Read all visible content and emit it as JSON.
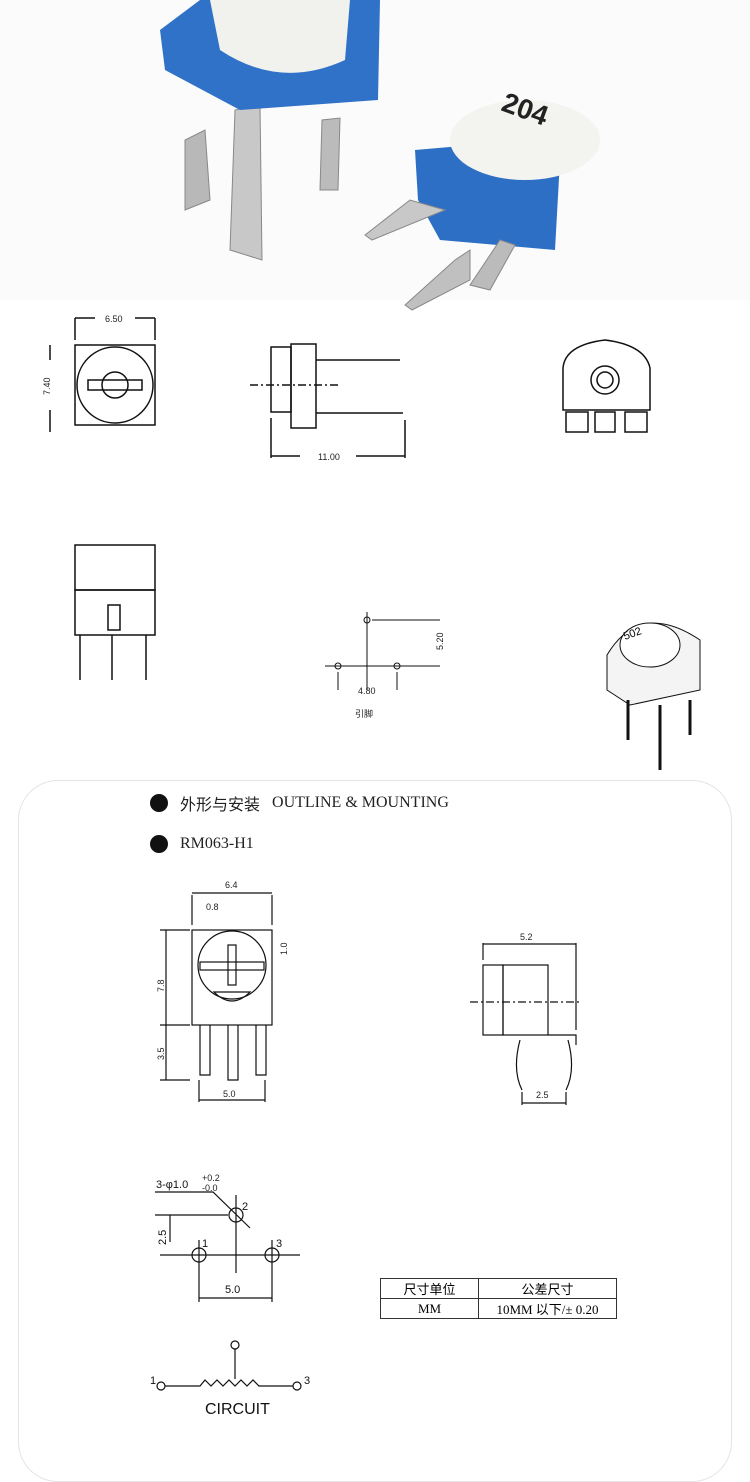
{
  "photo": {
    "knob_label_large": "204",
    "knob_label_small": "502"
  },
  "top_drawings": {
    "width": "6.50",
    "height": "7.40",
    "length": "11.00",
    "pin_height": "5.20",
    "pin_width": "4.80",
    "pin_caption": "引脚"
  },
  "section": {
    "title_cn": "外形与安装",
    "title_en": "OUTLINE & MOUNTING",
    "model": "RM063-H1"
  },
  "front_view": {
    "width": "6.4",
    "slot": "0.8",
    "slot_h": "1.0",
    "height": "7.8",
    "leg": "3.5",
    "pitch": "5.0"
  },
  "side_view": {
    "width": "5.2",
    "pitch": "2.5"
  },
  "hole_pattern": {
    "hole_spec": "3-φ1.0",
    "tol_plus": "+0.2",
    "tol_minus": "-0.0",
    "offset": "2.5",
    "pitch": "5.0",
    "pin1": "1",
    "pin2": "2",
    "pin3": "3"
  },
  "table": {
    "headers": [
      "尺寸单位",
      "公差尺寸"
    ],
    "row": [
      "MM",
      "10MM 以下/± 0.20"
    ]
  },
  "circuit": {
    "pin1": "1",
    "pin3": "3",
    "label": "CIRCUIT"
  }
}
